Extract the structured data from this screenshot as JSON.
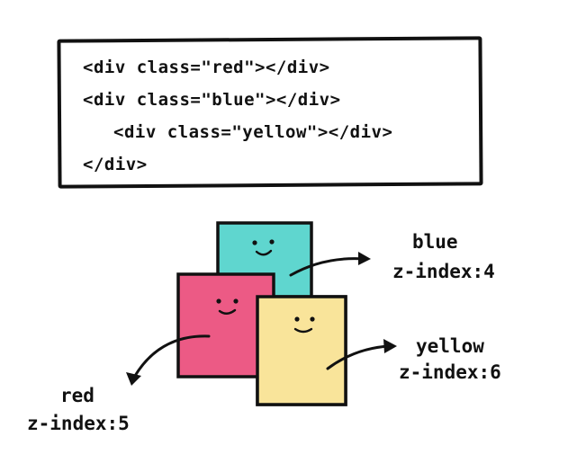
{
  "code": {
    "lines": [
      "<div class=\"red\"></div>",
      "<div class=\"blue\"></div>",
      "<div class=\"yellow\"></div>",
      "</div>"
    ]
  },
  "labels": {
    "blue": {
      "name": "blue",
      "zindex": "z-index:4"
    },
    "yellow": {
      "name": "yellow",
      "zindex": "z-index:6"
    },
    "red": {
      "name": "red",
      "zindex": "z-index:5"
    }
  },
  "colors": {
    "blue_box": "#5fd6cf",
    "red_box": "#ec5a85",
    "yellow_box": "#f9e49a",
    "ink": "#111111"
  }
}
